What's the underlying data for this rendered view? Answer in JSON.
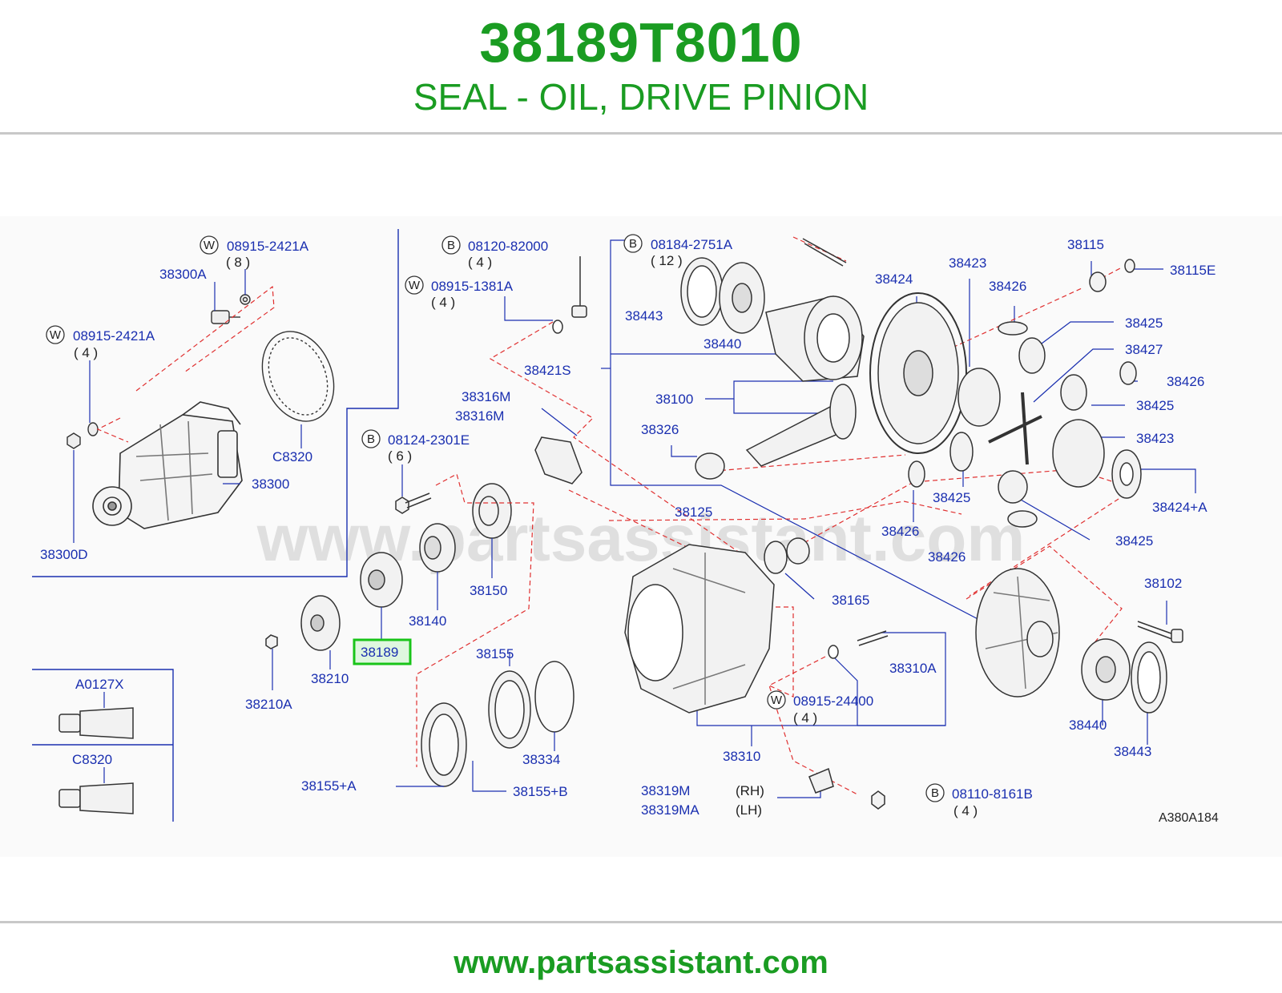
{
  "header": {
    "part_number": "38189T8010",
    "description": "SEAL - OIL, DRIVE PINION"
  },
  "watermark": "www.partsassistant.com",
  "footer": {
    "url": "www.partsassistant.com"
  },
  "diagram": {
    "code": "A380A184",
    "highlighted_part": "38189",
    "callouts": {
      "c_08915_2421A_top": "08915-2421A",
      "q_8": "( 8 )",
      "c_38300A": "38300A",
      "c_08915_2421A_left": "08915-2421A",
      "q_4a": "( 4 )",
      "c_C8320_gasket": "C8320",
      "c_38300": "38300",
      "c_38300D": "38300D",
      "c_08120_82000": "08120-82000",
      "q_4b": "( 4 )",
      "c_08915_1381A": "08915-1381A",
      "q_4c": "( 4 )",
      "c_08184_2751A": "08184-2751A",
      "q_12": "( 12 )",
      "c_38443_top": "38443",
      "c_38440_top": "38440",
      "c_38421S": "38421S",
      "c_38316M_a": "38316M",
      "c_38316M_b": "38316M",
      "c_08124_2301E": "08124-2301E",
      "q_6": "( 6 )",
      "c_38150": "38150",
      "c_38140": "38140",
      "c_38189": "38189",
      "c_38210": "38210",
      "c_38210A": "38210A",
      "c_38155": "38155",
      "c_38334": "38334",
      "c_38155A": "38155+A",
      "c_38155B": "38155+B",
      "c_38424": "38424",
      "c_38423_top": "38423",
      "c_38426_top": "38426",
      "c_38115": "38115",
      "c_38115E": "38115E",
      "c_38425_a": "38425",
      "c_38427": "38427",
      "c_38426_b": "38426",
      "c_38425_b": "38425",
      "c_38423_b": "38423",
      "c_38100": "38100",
      "c_38326": "38326",
      "c_38125": "38125",
      "c_38425_c": "38425",
      "c_38426_c": "38426",
      "c_38426_d": "38426",
      "c_38424A": "38424+A",
      "c_38425_d": "38425",
      "c_38165": "38165",
      "c_38102": "38102",
      "c_38310A": "38310A",
      "c_08915_24400": "08915-24400",
      "q_4d": "( 4 )",
      "c_38310": "38310",
      "c_38440_b": "38440",
      "c_38443_b": "38443",
      "c_38319M": "38319M",
      "c_38319MA": "38319MA",
      "rh": "(RH)",
      "lh": "(LH)",
      "c_08110_8161B": "08110-8161B",
      "q_4e": "( 4 )",
      "c_A0127X": "A0127X",
      "c_C8320_tube": "C8320"
    },
    "prefix_badges": {
      "w": "W",
      "b": "B"
    }
  },
  "colors": {
    "brand_green": "#1a9c22",
    "callout_blue": "#1a2fb0",
    "leader_red": "#e03030",
    "highlight_box": "#19c419"
  }
}
